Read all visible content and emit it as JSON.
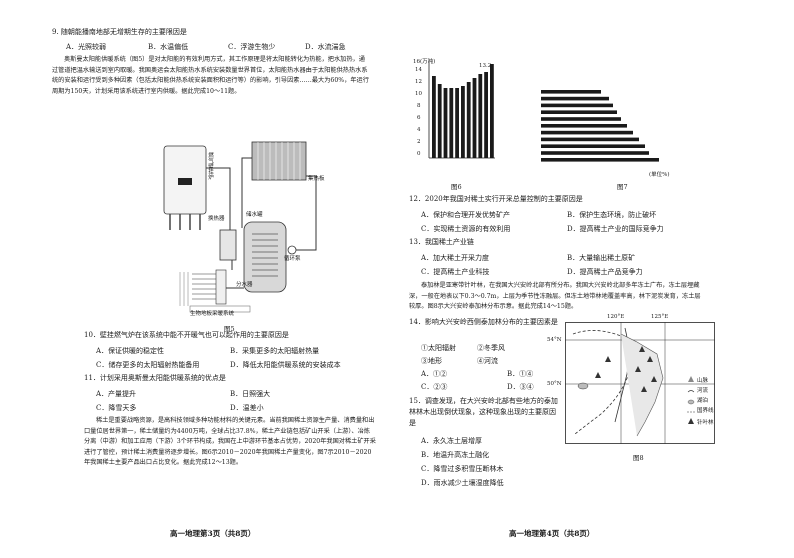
{
  "left_page": {
    "q9": {
      "stem": "9. 随朝能播南地部无增期生存的主要限因是",
      "options": [
        "A．光照较弱",
        "B．水温偏低",
        "C．浮游生物少",
        "D．水流湍急"
      ]
    },
    "passage1": "奥斯曼太阳能供暖系统（图5）是对太阳能的有效利用方式，其工作原理是将太阳能转化为热能，把水加热，通过管道把温水输送到室内取暖。我国奥运会太阳能热水系统安装数量世界首位，太阳能热水器由于太阳能供热热水系统的安装和运行受到多种因素（包括太阳能供热系统安装面积和运行等）的影响，引导因素……最大为60%，年运行周期为150天，计划采用该系统进行室内供暖。据此完成10～11题。",
    "figure5_labels": {
      "boiler": "燃气壁挂炉",
      "collector": "集热板",
      "exchanger": "换热器",
      "tank": "储水罐",
      "pump": "循环泵",
      "manifold": "分水器",
      "floor": "生物地板采暖系统"
    },
    "figure5_caption": "图5",
    "q10": {
      "stem": "10．壁挂燃气炉在该系统中能不开暖气也可以起作用的主要原因是",
      "options": [
        "A．保证供暖的稳定性",
        "B．采集更多的太阳辐射热量",
        "C．储存更多的太阳辐射热能备用",
        "D．降低太阳能供暖系统的安装成本"
      ]
    },
    "q11": {
      "stem": "11．计划采用奥斯曼太阳能供暖系统的优点是",
      "options": [
        "A．产量提升",
        "B．日照强大",
        "C．降雪天多",
        "D．温差小"
      ]
    },
    "passage2": "稀土是重要战略资源，是高科技领域多种功能材料的关键元素。当前我国稀土资源生产量、消费量和出口量位居世界第一，稀土储量约为4400万吨，全球占比37.8%，稀土产业链包括矿山开采（上游）、冶炼分离（中游）和加工应用（下游）3个环节构成，我国在上中游环节基本占优势，2020年我国对稀土矿开采进行了管控，预计稀土消费量将逐步增长。图6示2010－2020年我国稀土产量变化，图7示2010－2020年我国稀土主要产品出口占比变化。据此完成12～13题。",
    "footer": "高一地理第3页（共8页）"
  },
  "right_page": {
    "figure6": {
      "y_unit": "16(万吨)",
      "y_ticks": [
        "16",
        "14",
        "12",
        "10",
        "8",
        "6",
        "4",
        "2",
        "0"
      ],
      "annotation_high": "13.2",
      "caption": "图6"
    },
    "figure7": {
      "unit": "(单位%)",
      "caption": "图7"
    },
    "q12": {
      "stem": "12．2020年我国对稀土实行开采总量控制的主要原因是",
      "options": [
        "A．保护和合理开发优势矿产",
        "B．保护生态环境，防止破坏",
        "C．实现稀土资源的有效利用",
        "D．提高稀土产业的国际竞争力"
      ]
    },
    "q13": {
      "stem": "13．我国稀土产业链",
      "options": [
        "A．加大稀土开采力度",
        "B．大量输出稀土原矿",
        "C．提高稀土产业科技",
        "D．提高稀土产品竞争力"
      ]
    },
    "passage3": "泰加林是亚寒带针叶林，在我国大兴安岭北部有所分布。我国大兴安岭北部多年冻土广布，冻土层埋藏深，一般在地表以下0.3～0.7m，上层为季节性冻融层。但冻土地带林地覆盖率高，林下泥炭发育，冻土层较厚。图8示大兴安岭泰加林分布示意。据此完成14～15题。",
    "q14": {
      "stem": "14．影响大兴安岭西侧泰加林分布的主要因素是",
      "options": [
        "①太阳辐射",
        "②冬季风",
        "③地形",
        "④河流"
      ],
      "choices": [
        "A．①②",
        "B．①④",
        "C．②③",
        "D．③④"
      ]
    },
    "q15": {
      "stem": "15．调查发现，在大兴安岭北部有些地方的泰加林林木出现倒伏现象，这种现象出现的主要原因是",
      "options": [
        "A．永久冻土层增厚",
        "B．地温升高冻土融化",
        "C．降雪过多积雪压断林木",
        "D．雨水减少土壤湿度降低"
      ]
    },
    "figure8": {
      "lon_labels": [
        "120°E",
        "125°E"
      ],
      "lat_labels": [
        "54°N",
        "50°N"
      ],
      "legend": [
        "山脉",
        "河流",
        "湖泊",
        "国界线",
        "针叶林"
      ],
      "caption": "图8"
    },
    "footer": "高一地理第4页（共8页）"
  }
}
